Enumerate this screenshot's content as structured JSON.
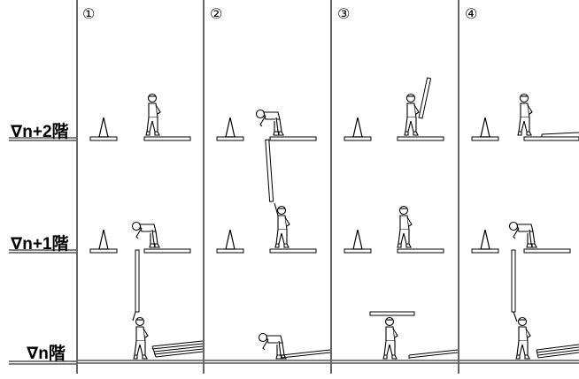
{
  "floor_labels": {
    "n_plus_2": "∇n+2階",
    "n_plus_1": "∇n+1階",
    "n": "∇n階"
  },
  "panels": [
    {
      "number": "①"
    },
    {
      "number": "②"
    },
    {
      "number": "③"
    },
    {
      "number": "④"
    }
  ]
}
